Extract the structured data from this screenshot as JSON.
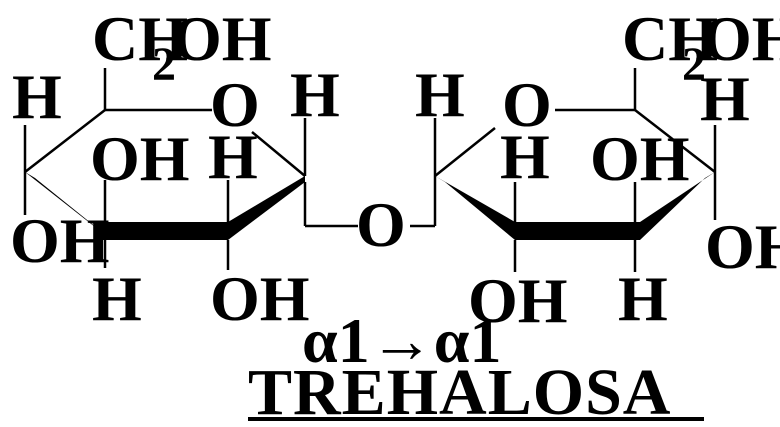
{
  "ring_left": {
    "ch2oh": "CH",
    "ch2oh_sub": "2",
    "ch2oh_tail": "OH",
    "h_c5": "H",
    "o_ring": "O",
    "h_c1": "H",
    "oh_c4": "OH",
    "h_c3_top": "H",
    "oh_c6": "OH",
    "h_c4_bottom": "H",
    "oh_c2": "OH"
  },
  "bridge": {
    "o_glycosidic": "O"
  },
  "ring_right": {
    "ch2oh": "CH",
    "ch2oh_sub": "2",
    "ch2oh_tail": "OH",
    "h_c1": "H",
    "o_ring": "O",
    "h_c5": "H",
    "h_c2_top": "H",
    "oh_c3": "OH",
    "oh_c4": "OH",
    "oh_c2": "OH",
    "h_c3_bottom": "H"
  },
  "linkage": "α1→α1",
  "title": "TREHALOSA"
}
